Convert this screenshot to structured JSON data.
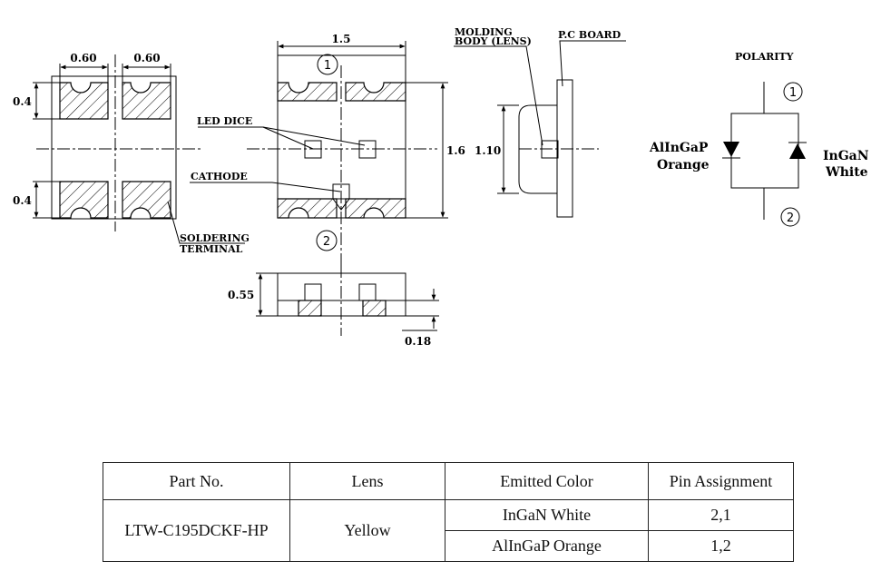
{
  "top_view": {
    "dim_pad_width_left": "0.60",
    "dim_pad_width_right": "0.60",
    "dim_pad_height_top": "0.4",
    "dim_pad_height_bottom": "0.4",
    "soldering_label_line1": "SOLDERING",
    "soldering_label_line2": "TERMINAL"
  },
  "front_view": {
    "dim_width": "1.5",
    "dim_height": "1.6",
    "pin1": "1",
    "pin2": "2",
    "led_dice_label": "LED DICE",
    "cathode_label": "CATHODE"
  },
  "side_view": {
    "molding_label_line1": "MOLDING",
    "molding_label_line2": "BODY (LENS)",
    "pcb_label": "P.C BOARD",
    "dim_lens_height": "1.10"
  },
  "bottom_view": {
    "dim_height": "0.55",
    "dim_board": "0.18"
  },
  "polarity": {
    "title": "POLARITY",
    "pin1": "1",
    "pin2": "2",
    "left_led_line1": "AlInGaP",
    "left_led_line2": "Orange",
    "right_led_line1": "InGaN",
    "right_led_line2": "White"
  },
  "spec_table": {
    "headers": [
      "Part No.",
      "Lens",
      "Emitted Color",
      "Pin Assignment"
    ],
    "part_no": "LTW-C195DCKF-HP",
    "lens": "Yellow",
    "rows": [
      {
        "color": "InGaN White",
        "pins": "2,1"
      },
      {
        "color": "AlInGaP Orange",
        "pins": "1,2"
      }
    ]
  }
}
